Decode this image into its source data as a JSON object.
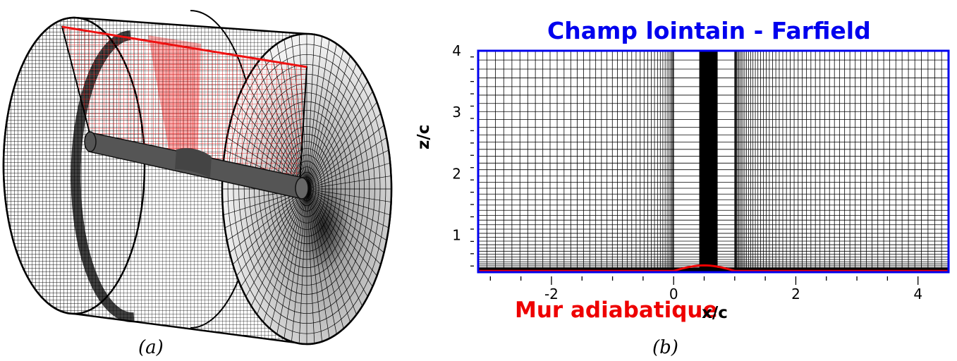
{
  "panel_a": {
    "caption": "(a)"
  },
  "panel_b": {
    "caption": "(b)",
    "title": "Champ lointain - Farfield",
    "wall_label": "Mur adiabatique",
    "xlabel": "x/c",
    "ylabel": "z/c",
    "x_ticks": [
      "-2",
      "0",
      "2",
      "4"
    ],
    "y_ticks": [
      "1",
      "2",
      "3",
      "4"
    ],
    "xlim": [
      -3.2,
      4.5
    ],
    "ylim": [
      0.4,
      4.0
    ],
    "colors": {
      "farfield": "#0000ee",
      "wall": "#ee0000",
      "mesh": "#000000"
    }
  }
}
